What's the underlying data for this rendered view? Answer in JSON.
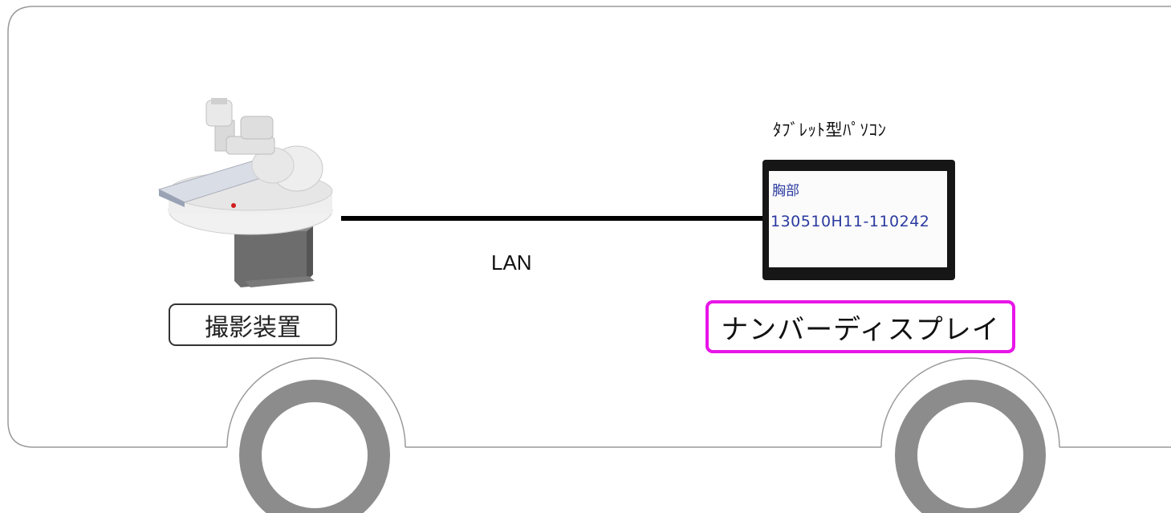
{
  "lan_label": "LAN",
  "tablet_label": "ﾀﾌﾞﾚｯﾄ型ﾊﾟｿｺﾝ",
  "device_label": "撮影装置",
  "display_label": "ナンバーディスプレイ",
  "tablet_screen": {
    "line1": "胸部",
    "line2": "130510H11-110242"
  },
  "colors": {
    "vehicle_outline": "#9a9a9a",
    "wheel": "#8c8c8c",
    "lan_cable": "#000000",
    "display_label_border": "#e815e8"
  },
  "icons": {
    "xray_device": "x-ray-imaging-device",
    "tablet": "tablet-pc"
  }
}
